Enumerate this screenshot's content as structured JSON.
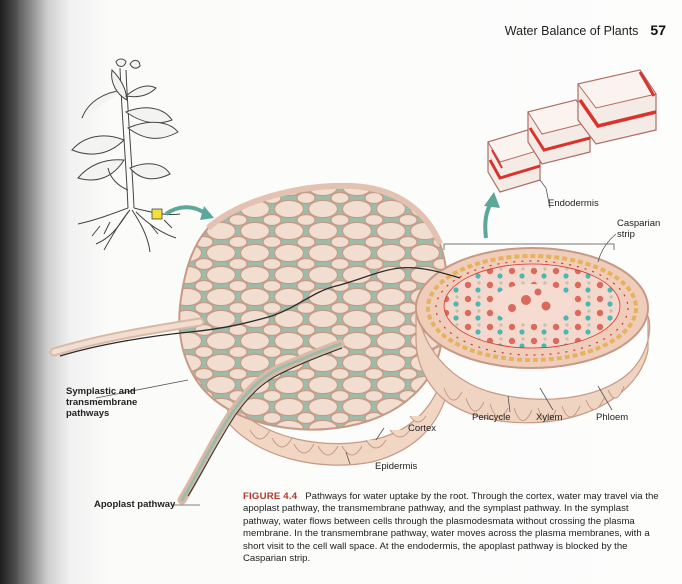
{
  "running_head": {
    "title": "Water Balance of Plants",
    "page_number": "57"
  },
  "figure": {
    "labels": {
      "endodermis": "Endodermis",
      "casparian": [
        "Casparian",
        "strip"
      ],
      "symplastic": [
        "Symplastic and",
        "transmembrane",
        "pathways"
      ],
      "cortex": "Cortex",
      "pericycle": "Pericycle",
      "xylem": "Xylem",
      "phloem": "Phloem",
      "epidermis": "Epidermis",
      "apoplast": "Apoplast pathway"
    },
    "colors": {
      "cell_fill": "#f2ddd1",
      "cell_wall": "#c79a86",
      "apoplast_green": "#9bbcaa",
      "casparian_red": "#d9342b",
      "xylem_red": "#d86a5e",
      "phloem_teal": "#4bb7b0",
      "arrow_teal": "#5ba89a",
      "pathway_line": "#2a2a2a"
    }
  },
  "caption": {
    "figure_label": "FIGURE 4.4",
    "text": "Pathways for water uptake by the root. Through the cortex, water may travel via the apoplast pathway, the transmembrane pathway, and the symplast pathway. In the symplast pathway, water flows between cells through the plasmodesmata without crossing the plasma membrane. In the transmembrane pathway, water moves across the plasma membranes, with a short visit to the cell wall space. At the endodermis, the apoplast pathway is blocked by the Casparian strip."
  }
}
